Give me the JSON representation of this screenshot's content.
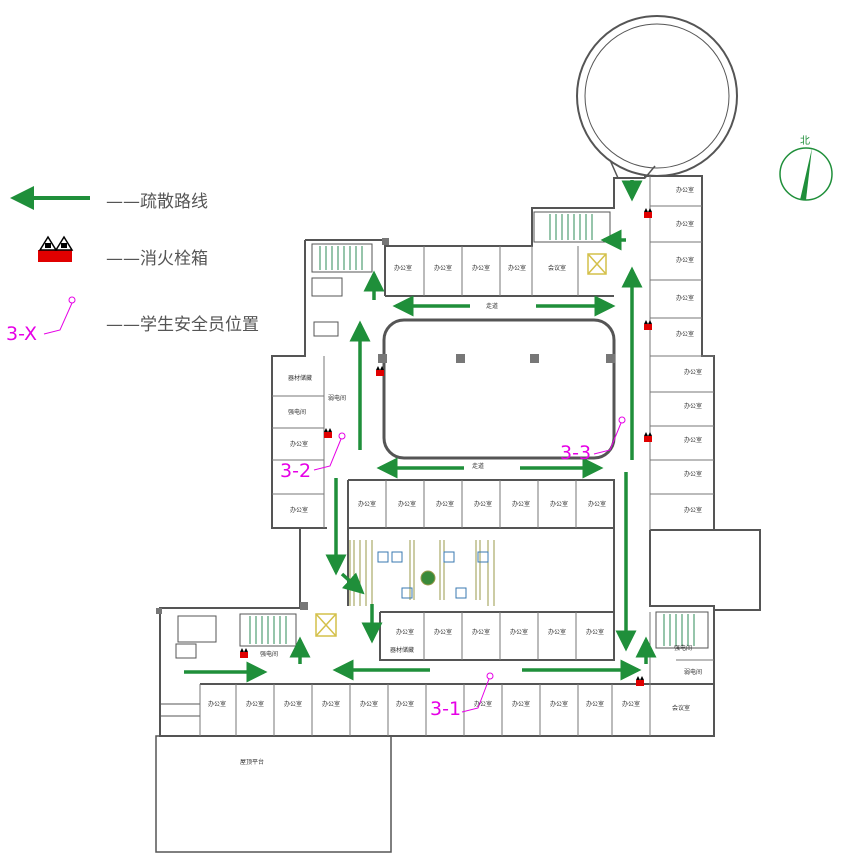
{
  "legend": {
    "evacuation_route": "——疏散路线",
    "fire_hydrant_box": "——消火栓箱",
    "student_safety_officer_position": "——学生安全员位置",
    "marker_example": "3-X"
  },
  "compass": {
    "north_label": "北"
  },
  "markers": [
    "3-1",
    "3-2",
    "3-3"
  ],
  "rooms": {
    "office": "办公室",
    "meeting_room": "会议室",
    "corridor": "走道",
    "power_room": "强电间",
    "weak_power_room": "弱电间",
    "storage": "器材储藏",
    "roof_platform": "屋顶平台"
  },
  "colors": {
    "evacuation_arrow": "#1f8f3a",
    "marker": "#e600e6",
    "walls": "#555555",
    "column": "#777777",
    "hydrant_red": "#e00000"
  },
  "icons": [
    "evacuation-arrow-icon",
    "fire-hydrant-box-icon",
    "safety-officer-marker-icon",
    "north-compass-icon"
  ]
}
